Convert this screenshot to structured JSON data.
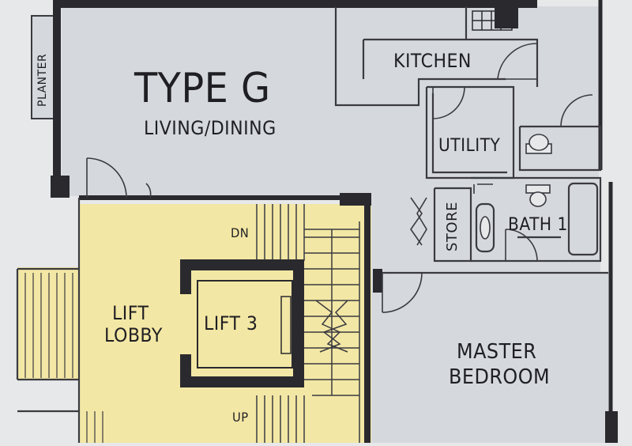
{
  "plan": {
    "title": "TYPE G",
    "rooms": {
      "living": "LIVING/DINING",
      "kitchen": "KITCHEN",
      "utility": "UTILITY",
      "store": "STORE",
      "bath": "BATH 1",
      "master_line1": "MASTER",
      "master_line2": "BEDROOM",
      "lobby_line1": "LIFT",
      "lobby_line2": "LOBBY",
      "lift": "LIFT 3",
      "planter": "PLANTER"
    },
    "stairs": {
      "down": "DN",
      "up": "UP"
    }
  },
  "colors": {
    "paper": "#e6e8ea",
    "room_fill": "#d5d9dd",
    "lobby_fill": "#f3e7a5",
    "wall": "#2a2a2e",
    "line": "#3a3a40"
  }
}
